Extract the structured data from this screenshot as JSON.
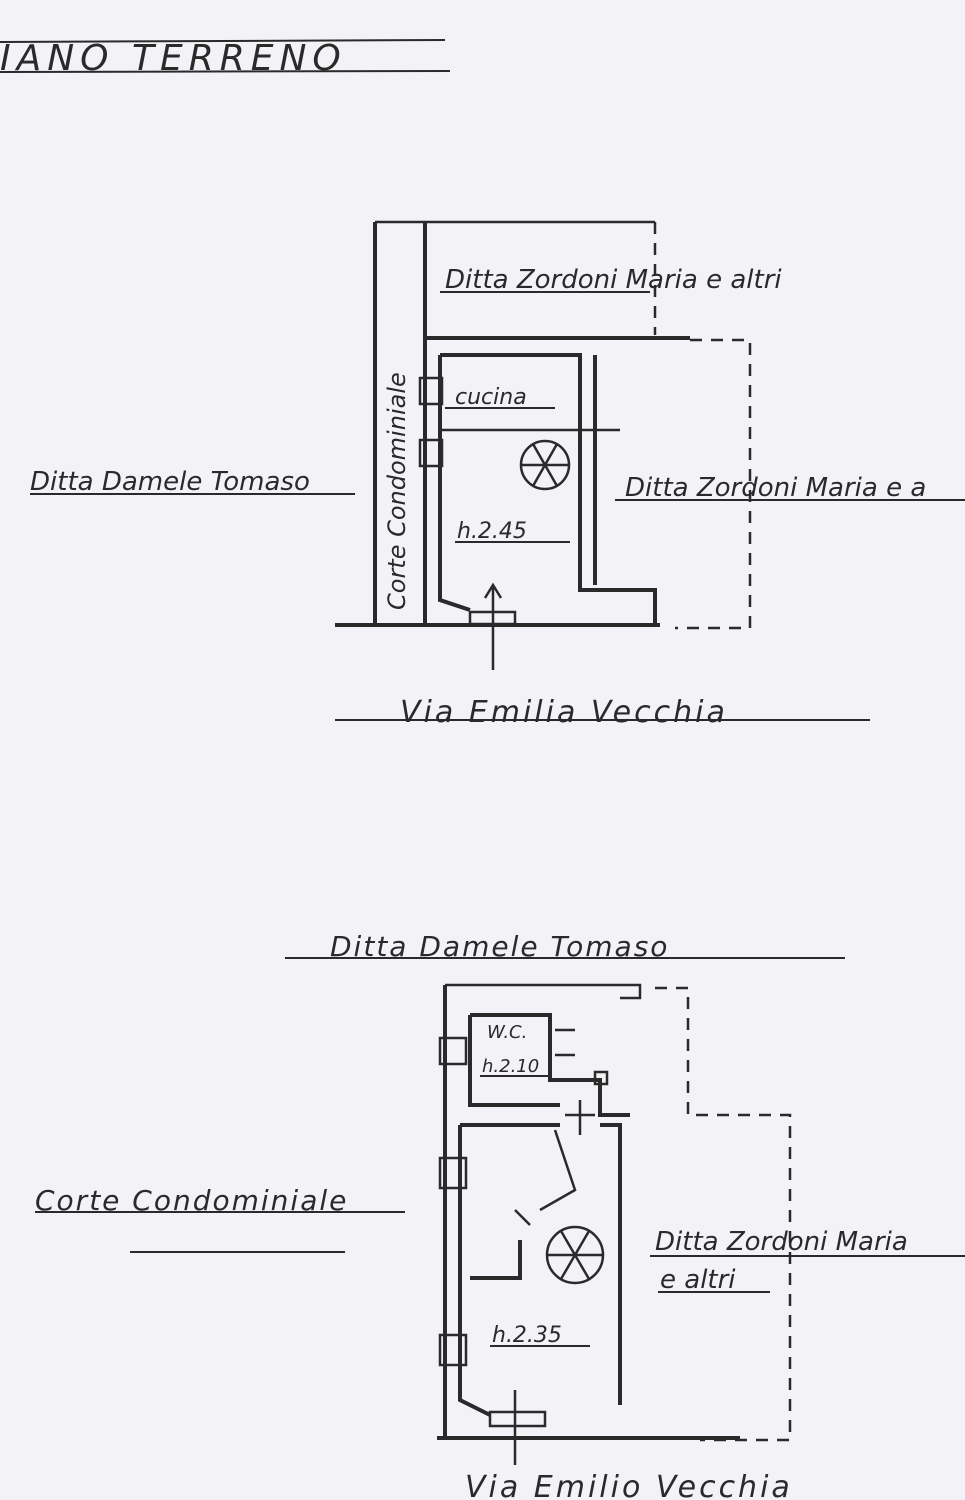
{
  "title": "IANO TERRENO",
  "plan_upper": {
    "north_neighbor": "Ditta Zordoni Maria e altri",
    "east_neighbor": "Ditta Zordoni Maria e a",
    "west_neighbor": "Ditta Damele Tomaso",
    "court_label": "Corte Condominiale",
    "room_label": "cucina",
    "height_label": "h.2.45",
    "street": "Via Emilia Vecchia"
  },
  "plan_lower": {
    "north_neighbor": "Ditta Damele Tomaso",
    "west_label": "Corte Condominiale",
    "east_neighbor_line1": "Ditta Zordoni Maria",
    "east_neighbor_line2": "e altri",
    "wc_label": "W.C.",
    "wc_height": "h.2.10",
    "height_label": "h.2.35",
    "street": "Via Emilio Vecchia"
  }
}
